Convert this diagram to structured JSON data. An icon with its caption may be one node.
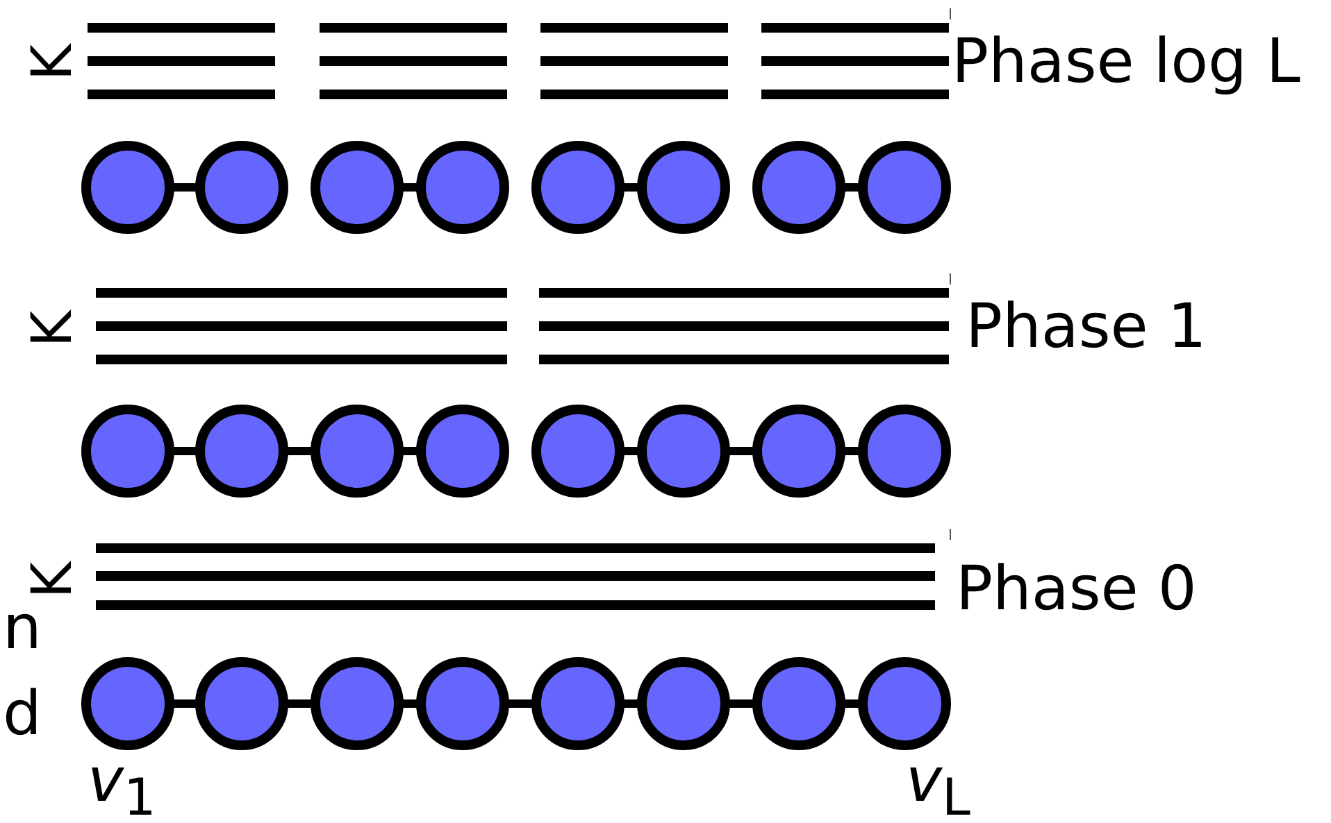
{
  "diagram": {
    "nodes": [
      {
        "text": [],
        "shape": "circle"
      },
      {
        "text": [],
        "shape": "circle"
      },
      {
        "text": [],
        "shape": "circle"
      },
      {
        "text": [],
        "shape": "circle"
      },
      {
        "text": [],
        "shape": "circle"
      },
      {
        "text": [],
        "shape": "circle"
      },
      {
        "text": [],
        "shape": "circle"
      },
      {
        "text": [],
        "shape": "circle"
      },
      {
        "text": [],
        "shape": "circle"
      },
      {
        "text": [],
        "shape": "circle"
      },
      {
        "text": [],
        "shape": "circle"
      },
      {
        "text": [],
        "shape": "circle"
      },
      {
        "text": [],
        "shape": "circle"
      },
      {
        "text": [],
        "shape": "circle"
      },
      {
        "text": [],
        "shape": "circle"
      },
      {
        "text": [],
        "shape": "circle"
      },
      {
        "text": [],
        "shape": "circle"
      },
      {
        "text": [],
        "shape": "circle"
      },
      {
        "text": [],
        "shape": "circle"
      },
      {
        "text": [],
        "shape": "circle"
      },
      {
        "text": [],
        "shape": "circle"
      },
      {
        "text": [],
        "shape": "circle"
      },
      {
        "text": [],
        "shape": "circle"
      },
      {
        "text": [],
        "shape": "circle"
      }
    ],
    "edges": [
      {
        "from": 0,
        "to": 1,
        "arrow": "none"
      },
      {
        "from": 2,
        "to": 3,
        "arrow": "none"
      },
      {
        "from": 4,
        "to": 5,
        "arrow": "none"
      },
      {
        "from": 6,
        "to": 7,
        "arrow": "none"
      },
      {
        "from": 8,
        "to": 9,
        "arrow": "none"
      },
      {
        "from": 9,
        "to": 10,
        "arrow": "none"
      },
      {
        "from": 10,
        "to": 11,
        "arrow": "none"
      },
      {
        "from": 12,
        "to": 13,
        "arrow": "none"
      },
      {
        "from": 13,
        "to": 14,
        "arrow": "none"
      },
      {
        "from": 14,
        "to": 15,
        "arrow": "none"
      },
      {
        "from": 16,
        "to": 17,
        "arrow": "none"
      },
      {
        "from": 17,
        "to": 18,
        "arrow": "none"
      },
      {
        "from": 18,
        "to": 19,
        "arrow": "none"
      },
      {
        "from": 19,
        "to": 20,
        "arrow": "none"
      },
      {
        "from": 20,
        "to": 21,
        "arrow": "none"
      },
      {
        "from": 21,
        "to": 22,
        "arrow": "none"
      },
      {
        "from": 22,
        "to": 23,
        "arrow": "none"
      }
    ],
    "labels": [
      "K",
      "Phase log L",
      "K",
      "Phase 1",
      "n",
      "K",
      "Phase 0",
      "d",
      "*v*$_{1}$",
      "*v*$_{L}$"
    ]
  }
}
